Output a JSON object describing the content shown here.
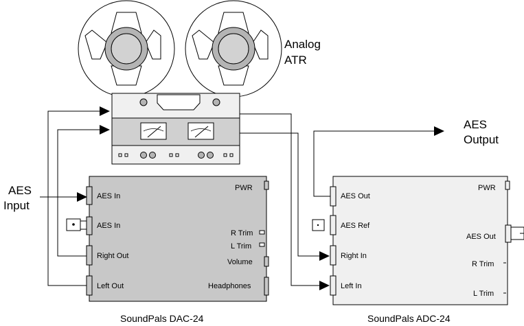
{
  "atr": {
    "label_line1": "Analog",
    "label_line2": "ATR"
  },
  "aes_output": {
    "line1": "AES",
    "line2": "Output"
  },
  "aes_input": {
    "line1": "AES",
    "line2": "Input"
  },
  "dac": {
    "caption": "SoundPals DAC-24",
    "ports": {
      "aes_in_1": "AES In",
      "aes_in_2": "AES In",
      "right_out": "Right Out",
      "left_out": "Left Out",
      "pwr": "PWR",
      "r_trim": "R Trim",
      "l_trim": "L Trim",
      "volume": "Volume",
      "headphones": "Headphones"
    }
  },
  "adc": {
    "caption": "SoundPals ADC-24",
    "ports": {
      "aes_out_left": "AES Out",
      "aes_ref": "AES Ref",
      "right_in": "Right In",
      "left_in": "Left In",
      "pwr": "PWR",
      "aes_out_right": "AES Out",
      "r_trim": "R Trim",
      "l_trim": "L Trim"
    }
  },
  "colors": {
    "dac_body": "#c8c8c8",
    "adc_body": "#f0f0f0",
    "atr_body": "#f0f0f0",
    "meter_panel": "#d0d0d0",
    "reel_hub": "#c8c8c8",
    "line": "#000000"
  }
}
